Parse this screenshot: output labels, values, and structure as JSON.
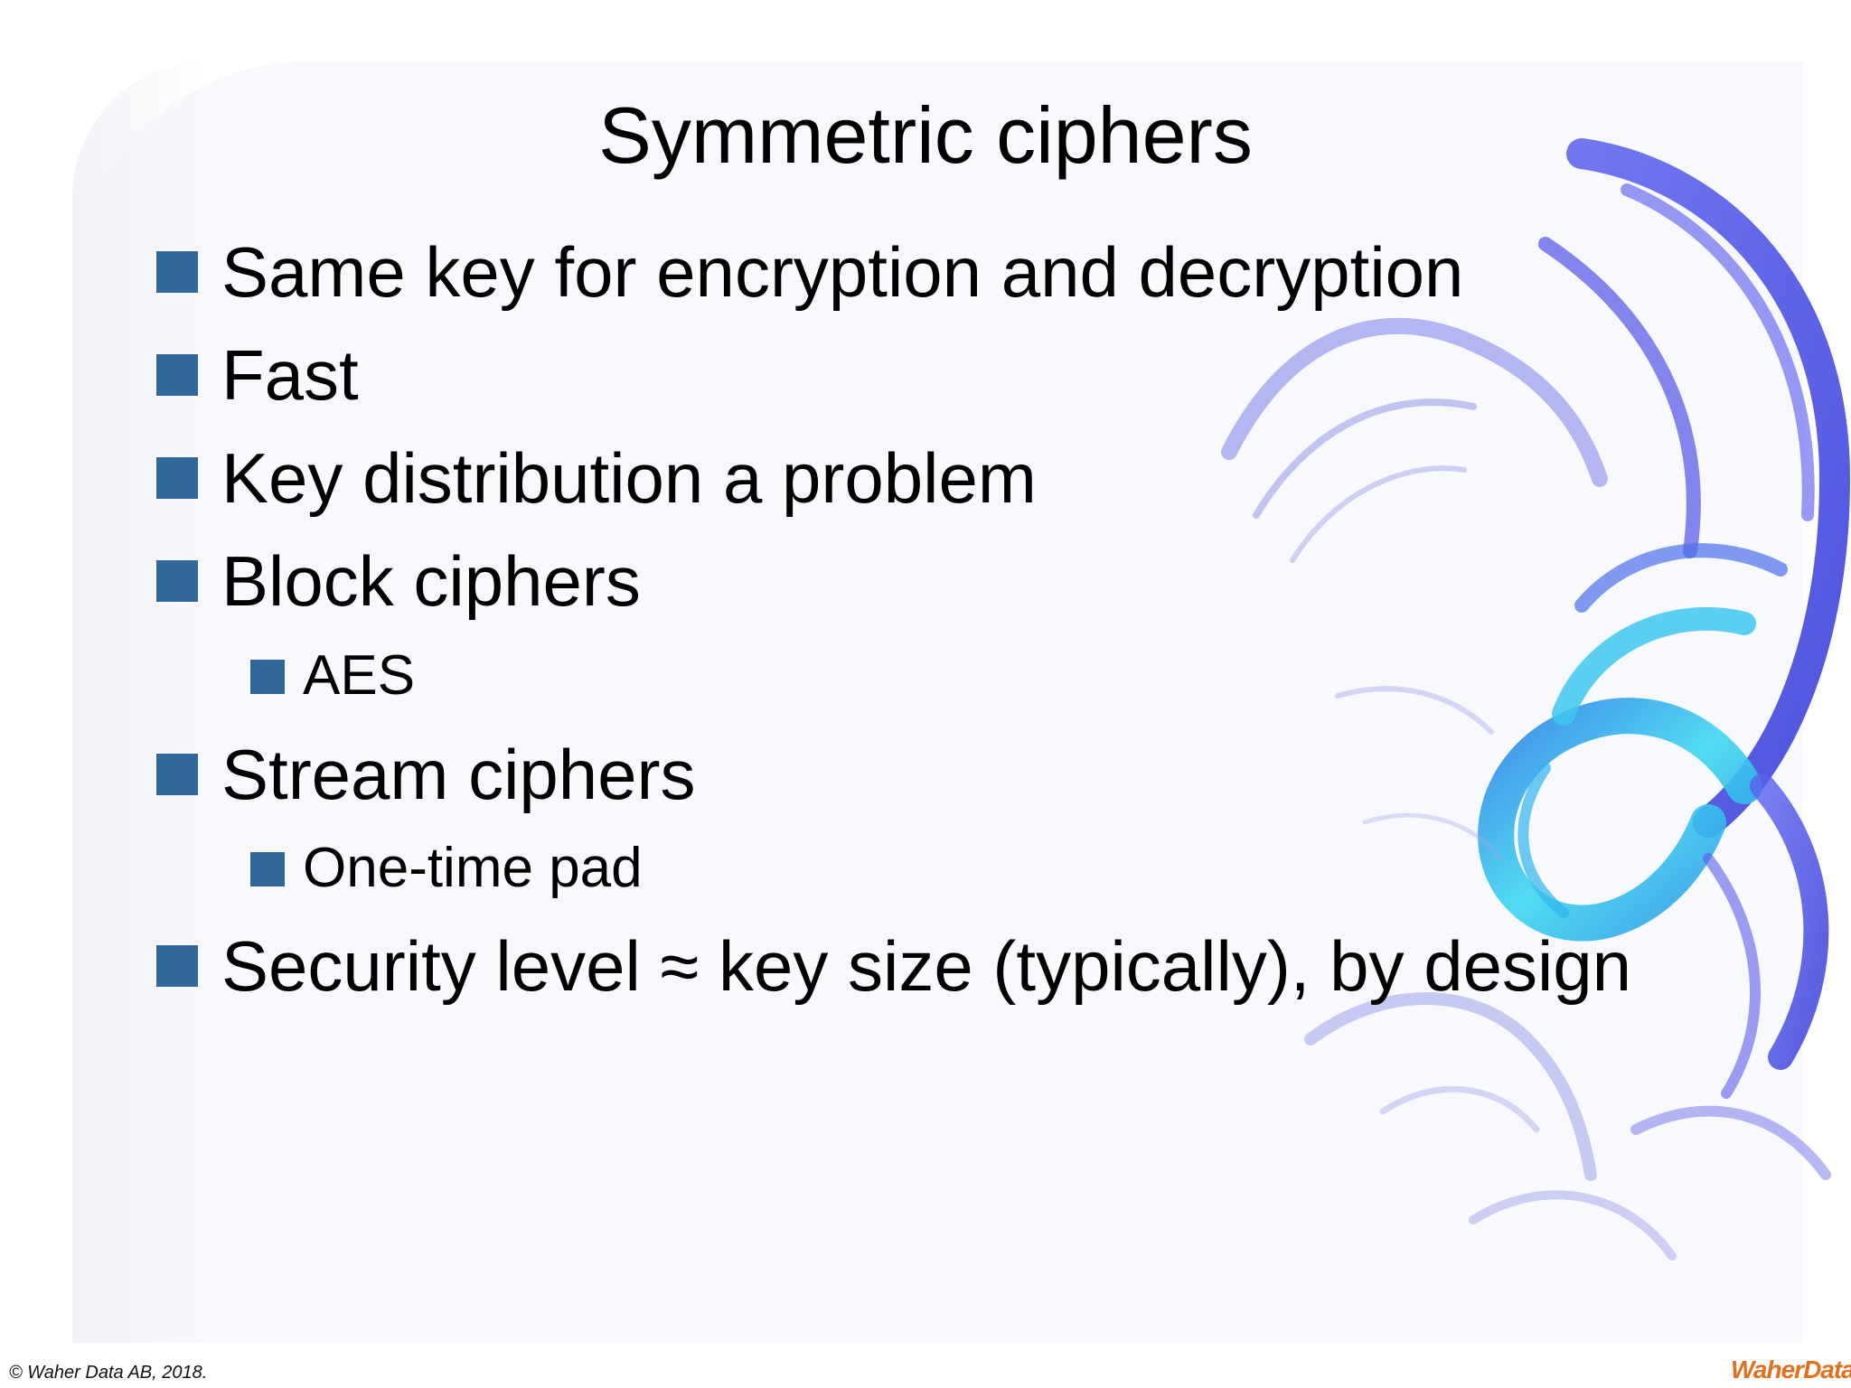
{
  "slide": {
    "title": "Symmetric ciphers",
    "bullets": [
      {
        "level": 1,
        "text": "Same key for encryption and decryption"
      },
      {
        "level": 1,
        "text": "Fast"
      },
      {
        "level": 1,
        "text": "Key distribution a problem"
      },
      {
        "level": 1,
        "text": "Block ciphers"
      },
      {
        "level": 2,
        "text": "AES"
      },
      {
        "level": 1,
        "text": "Stream ciphers"
      },
      {
        "level": 2,
        "text": "One-time pad"
      },
      {
        "level": 1,
        "text": "Security level ≈ key size (typically), by design"
      }
    ],
    "footer": "© Waher Data AB, 2018.",
    "logo_text": "WaherData"
  },
  "colors": {
    "bullet": "#336699",
    "text": "#000000",
    "swirl_dark": "#3b3fe0",
    "swirl_light": "#3fd8f0",
    "logo": "#e07020"
  },
  "icons": {
    "bullet": "square-bullet-icon",
    "decoration": "fractal-swirl-graphic"
  }
}
